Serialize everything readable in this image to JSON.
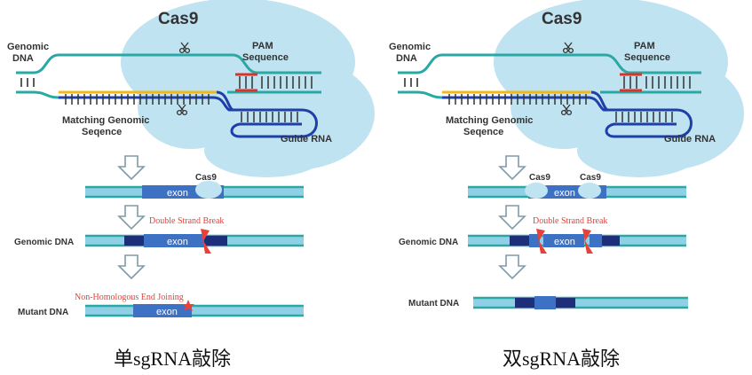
{
  "left": {
    "cas9_title": "Cas9",
    "genomic_dna": [
      "Genomic",
      "DNA"
    ],
    "pam": [
      "PAM",
      "Sequence"
    ],
    "matching": [
      "Matching Genomic",
      "Seqence"
    ],
    "guide_rna": "Guide RNA",
    "cas9_small": "Cas9",
    "exon": "exon",
    "double_strand_break": "Double Strand Break",
    "genomic_dna_row": "Genomic DNA",
    "nhej": "Non-Homologous End Joining",
    "mutant_dna": "Mutant DNA",
    "caption": "单sgRNA敲除"
  },
  "right": {
    "cas9_title": "Cas9",
    "genomic_dna": [
      "Genomic",
      "DNA"
    ],
    "pam": [
      "PAM",
      "Sequence"
    ],
    "matching": [
      "Matching Genomic",
      "Seqence"
    ],
    "guide_rna": "Guide RNA",
    "cas9_small_a": "Cas9",
    "cas9_small_b": "Cas9",
    "exon": "exon",
    "double_strand_break": "Double Strand Break",
    "genomic_dna_row": "Genomic DNA",
    "mutant_dna": "Mutant DNA",
    "caption": "双sgRNA敲除"
  },
  "colors": {
    "cas9_blob": "#bfe3f1",
    "dna_teal": "#2aa8a3",
    "dna_band": "#8fd0e6",
    "exon_blue": "#3d71c4",
    "dark_navy": "#1e2f7a",
    "rna_blue": "#1f3fa8",
    "matching_yellow": "#f3b717",
    "pam_red": "#d9342b",
    "break_red": "#e8413a",
    "arrow_gray": "#7f9aa8"
  },
  "icons": [
    "scissors-icon",
    "star-icon",
    "down-arrow-icon"
  ]
}
